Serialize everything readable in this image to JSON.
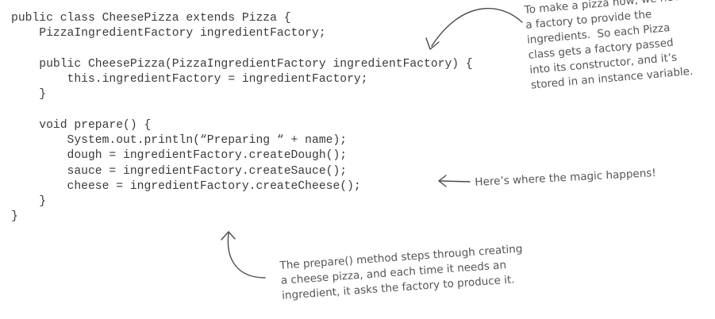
{
  "code": {
    "lines": [
      "public class CheesePizza extends Pizza {",
      "    PizzaIngredientFactory ingredientFactory;",
      "",
      "    public CheesePizza(PizzaIngredientFactory ingredientFactory) {",
      "        this.ingredientFactory = ingredientFactory;",
      "    }",
      "",
      "    void prepare() {",
      "        System.out.println(“Preparing “ + name);",
      "        dough = ingredientFactory.createDough();",
      "        sauce = ingredientFactory.createSauce();",
      "        cheese = ingredientFactory.createCheese();",
      "    }",
      "}"
    ]
  },
  "annotations": {
    "constructor_note": {
      "lines": [
        "To make a pizza now, we need",
        "a factory to provide the",
        "ingredients.  So each Pizza",
        "class gets a factory passed",
        "into its constructor, and it’s",
        "stored in an instance variable."
      ]
    },
    "magic_note": {
      "text": "Here’s where the magic happens!"
    },
    "prepare_note": {
      "lines": [
        "The prepare() method steps through creating",
        "a cheese pizza, and each time it needs an",
        "ingredient, it asks the factory to produce it."
      ]
    }
  }
}
